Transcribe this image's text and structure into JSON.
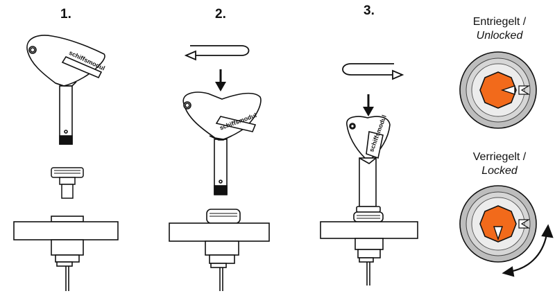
{
  "steps": [
    {
      "number": "1."
    },
    {
      "number": "2."
    },
    {
      "number": "3."
    }
  ],
  "key_brand": "schiffsmodul",
  "states": {
    "unlocked": {
      "de": "Entriegelt /",
      "en": "Unlocked"
    },
    "locked": {
      "de": "Verriegelt /",
      "en": "Locked"
    }
  },
  "colors": {
    "lock_core": "#f26a1b",
    "outline": "#111111",
    "bezel": "#bdbdbd",
    "key_fill": "#ffffff"
  },
  "icons": [
    "u-turn-left-arrow-icon",
    "down-arrow-icon",
    "u-turn-right-arrow-icon",
    "rotate-arrow-icon"
  ]
}
